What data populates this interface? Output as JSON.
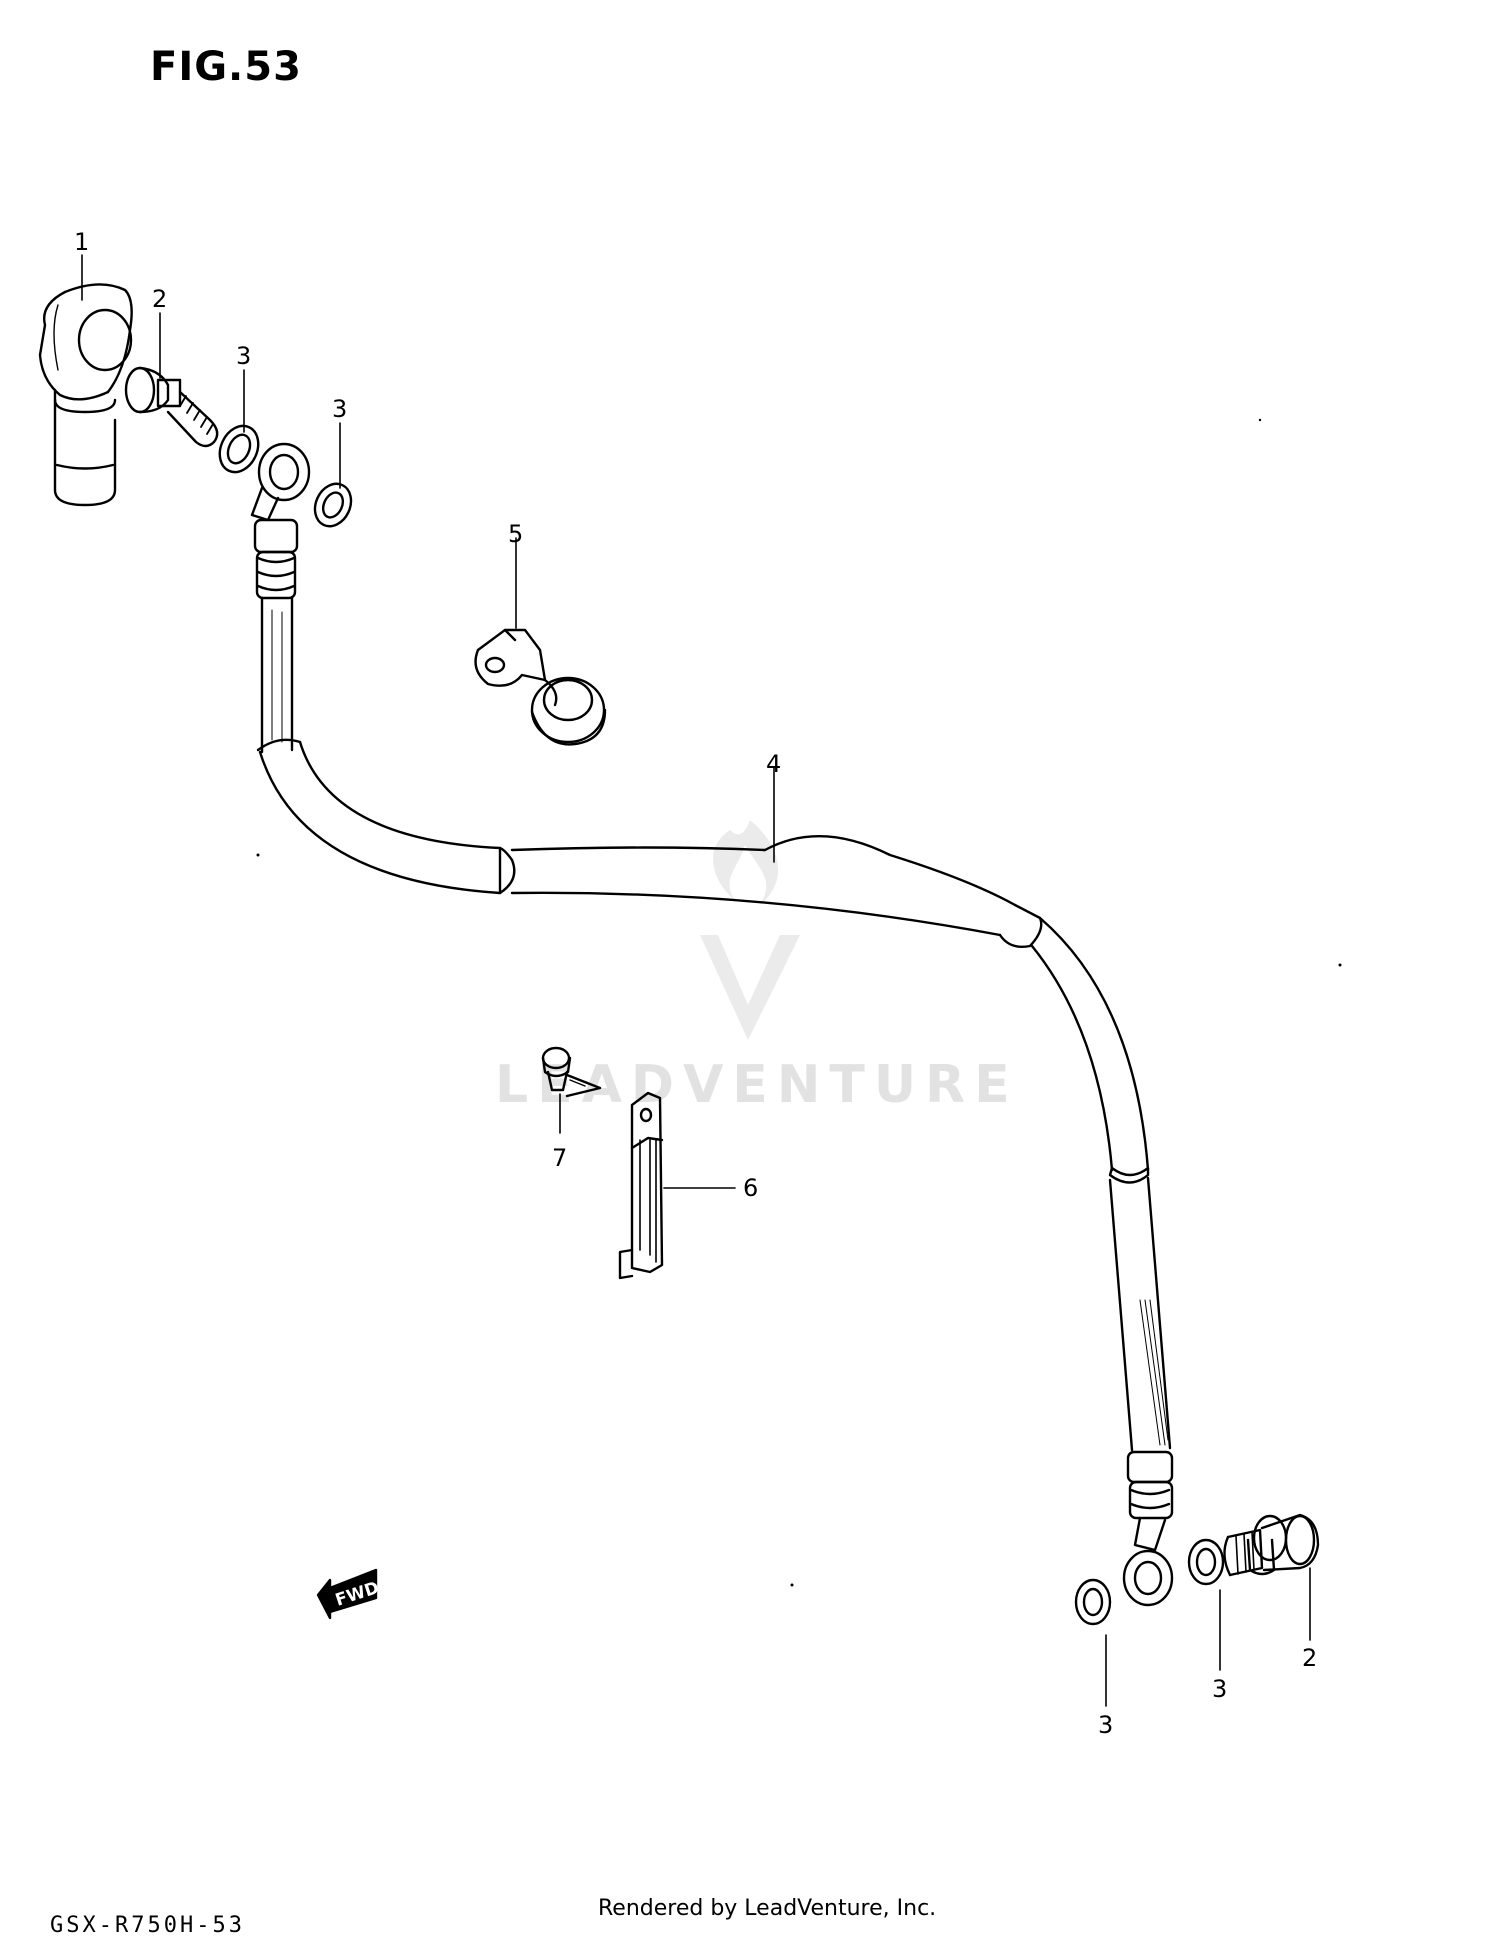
{
  "figure": {
    "title": "FIG.53"
  },
  "callouts": [
    {
      "id": "c1",
      "label": "1"
    },
    {
      "id": "c2a",
      "label": "2"
    },
    {
      "id": "c3a",
      "label": "3"
    },
    {
      "id": "c3b",
      "label": "3"
    },
    {
      "id": "c5",
      "label": "5"
    },
    {
      "id": "c4",
      "label": "4"
    },
    {
      "id": "c7",
      "label": "7"
    },
    {
      "id": "c6",
      "label": "6"
    },
    {
      "id": "c2b",
      "label": "2"
    },
    {
      "id": "c3c",
      "label": "3"
    },
    {
      "id": "c3d",
      "label": "3"
    }
  ],
  "direction_badge": {
    "label": "FWD"
  },
  "watermark": {
    "text": "LEADVENTURE",
    "icon": "leadventure-logo"
  },
  "footer": {
    "rendered_by": "Rendered by LeadVenture, Inc.",
    "model_code": "GSX-R750H-53"
  }
}
